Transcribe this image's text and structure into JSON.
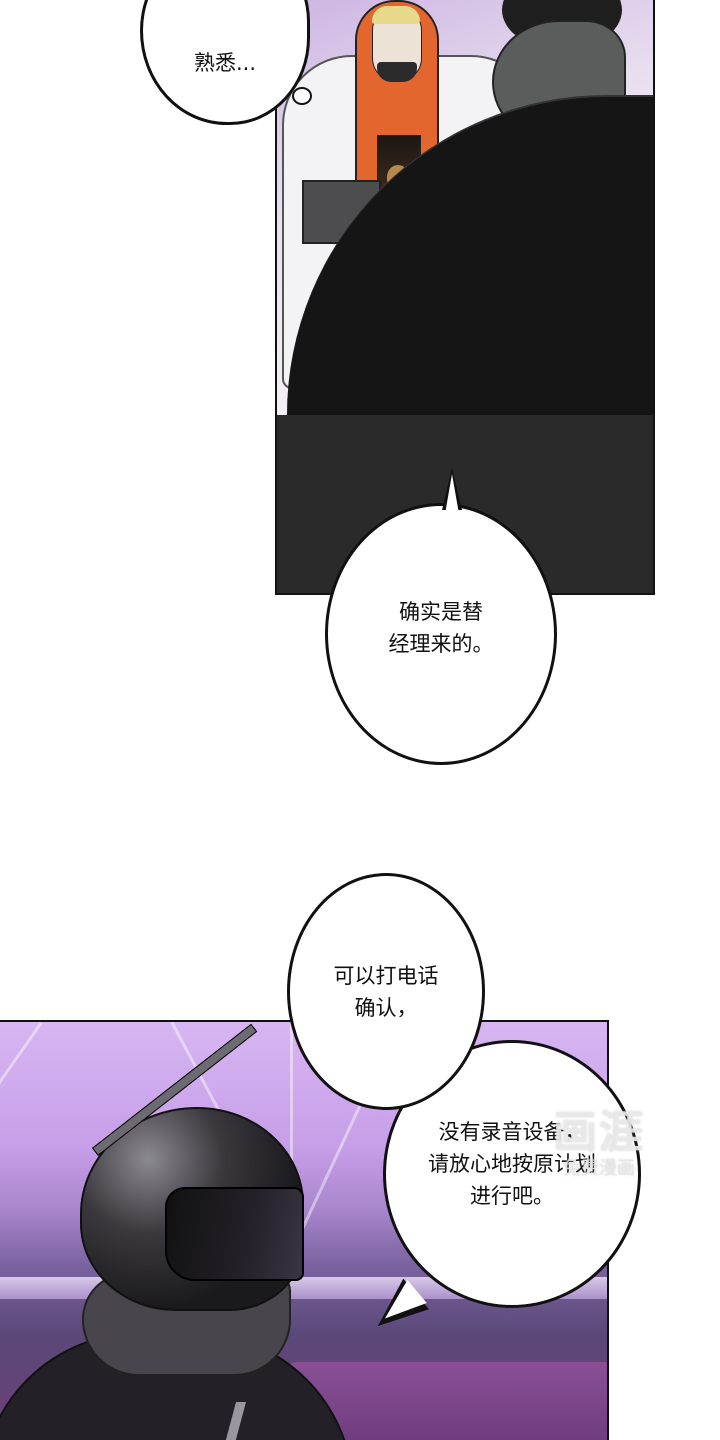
{
  "comic": {
    "panels": [
      {
        "id": "panel-1",
        "description": "Orange-hooded blond man in white fur coat faces a dark-coated figure seen from behind",
        "colors": {
          "background": "#e9e1ef",
          "shadow": "#2a2a2a",
          "hood": "#e2662e",
          "coat": "#f3f2f4"
        }
      },
      {
        "id": "panel-2",
        "description": "Figure in black motorcycle helmet with fur collar in a purple-lit room",
        "colors": {
          "background": "#c79ee8",
          "dark": "#5a4878",
          "sofa": "#8a4f96"
        }
      }
    ],
    "bubbles": [
      {
        "id": "bubble-1",
        "type": "thought",
        "text": "熟悉..."
      },
      {
        "id": "bubble-2",
        "type": "speech",
        "text": "确实是替\n经理来的。"
      },
      {
        "id": "bubble-3",
        "type": "speech",
        "text": "可以打电话\n确认，"
      },
      {
        "id": "bubble-4",
        "type": "speech",
        "text": "没有录音设备，\n请放心地按原计划\n进行吧。"
      }
    ],
    "watermark": {
      "logo": "画涯",
      "subtitle": "免费漫画"
    }
  }
}
